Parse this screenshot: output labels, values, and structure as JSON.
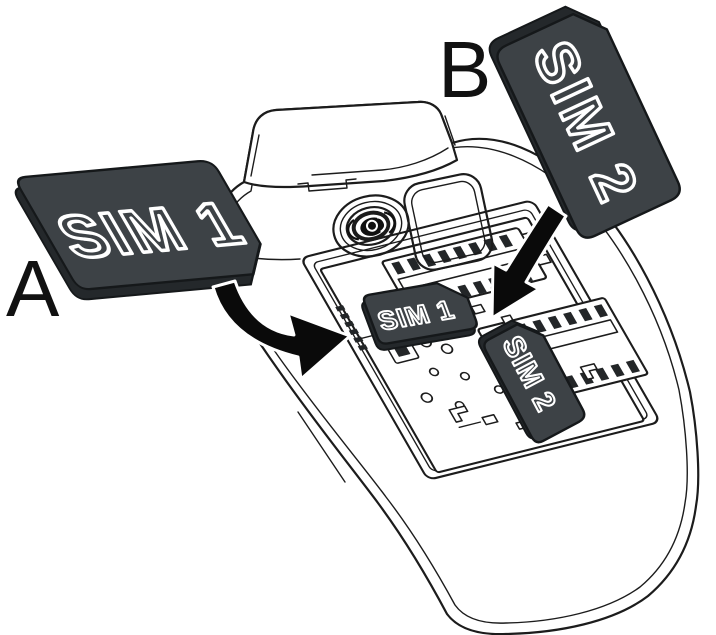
{
  "diagram": {
    "description": "Instructional diagram showing insertion of two SIM cards into the open back of a mobile phone",
    "labels": {
      "step_a": "A",
      "step_b": "B"
    },
    "cards": {
      "sim1_large": "SIM 1",
      "sim2_large": "SIM 2",
      "sim1_small": "SIM 1",
      "sim2_small": "SIM 2"
    },
    "colors": {
      "background": "#ffffff",
      "line": "#1c1c1c",
      "card_fill": "#3d4246",
      "card_side": "#24282b",
      "card_text": "#ffffff",
      "arrow": "#0a0a0a"
    }
  }
}
